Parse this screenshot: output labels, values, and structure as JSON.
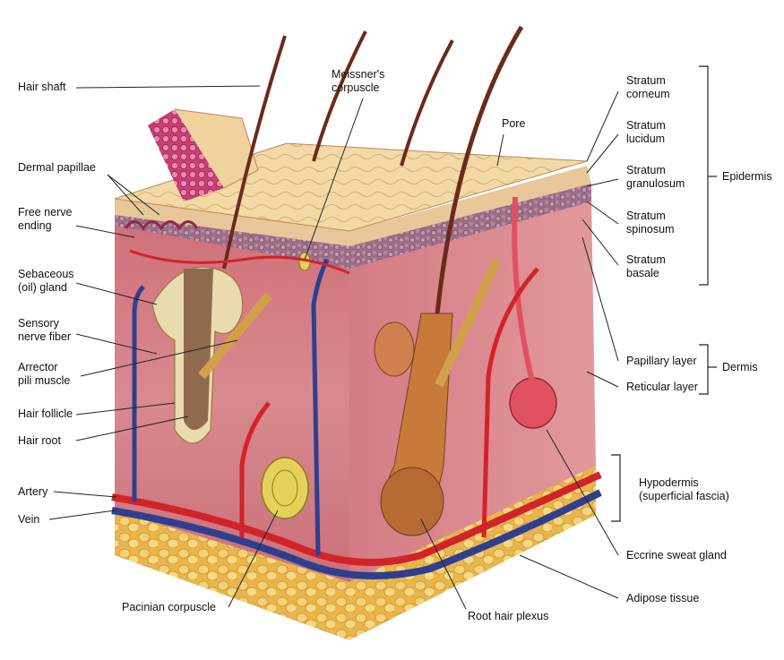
{
  "labels": {
    "hair_shaft": "Hair shaft",
    "dermal_papillae": "Dermal papillae",
    "free_nerve_1": "Free nerve",
    "free_nerve_2": "ending",
    "sebaceous_1": "Sebaceous",
    "sebaceous_2": "(oil) gland",
    "sensory_1": "Sensory",
    "sensory_2": "nerve fiber",
    "arrector_1": "Arrector",
    "arrector_2": "pili muscle",
    "hair_follicle": "Hair follicle",
    "hair_root": "Hair root",
    "artery": "Artery",
    "vein": "Vein",
    "pacinian": "Pacinian corpuscle",
    "meissner_1": "Meissner's",
    "meissner_2": "corpuscle",
    "pore": "Pore",
    "corneum_1": "Stratum",
    "corneum_2": "corneum",
    "lucidum_1": "Stratum",
    "lucidum_2": "lucidum",
    "granulosum_1": "Stratum",
    "granulosum_2": "granulosum",
    "spinosum_1": "Stratum",
    "spinosum_2": "spinosum",
    "basale_1": "Stratum",
    "basale_2": "basale",
    "epidermis": "Epidermis",
    "papillary": "Papillary layer",
    "reticular": "Reticular layer",
    "dermis": "Dermis",
    "hypodermis_1": "Hypodermis",
    "hypodermis_2": "(superficial fascia)",
    "eccrine": "Eccrine sweat gland",
    "adipose": "Adipose tissue",
    "root_hair_plexus": "Root hair plexus"
  },
  "colors": {
    "epidermis_top": "#f2d7a0",
    "stratum_dark": "#8a5a72",
    "dermis": "#d8868a",
    "dermis_side": "#c86d74",
    "adipose": "#f0c860",
    "artery": "#d2232a",
    "vein": "#2e3f8f",
    "hair": "#6b2a1a",
    "follicle": "#e8cfa0"
  }
}
